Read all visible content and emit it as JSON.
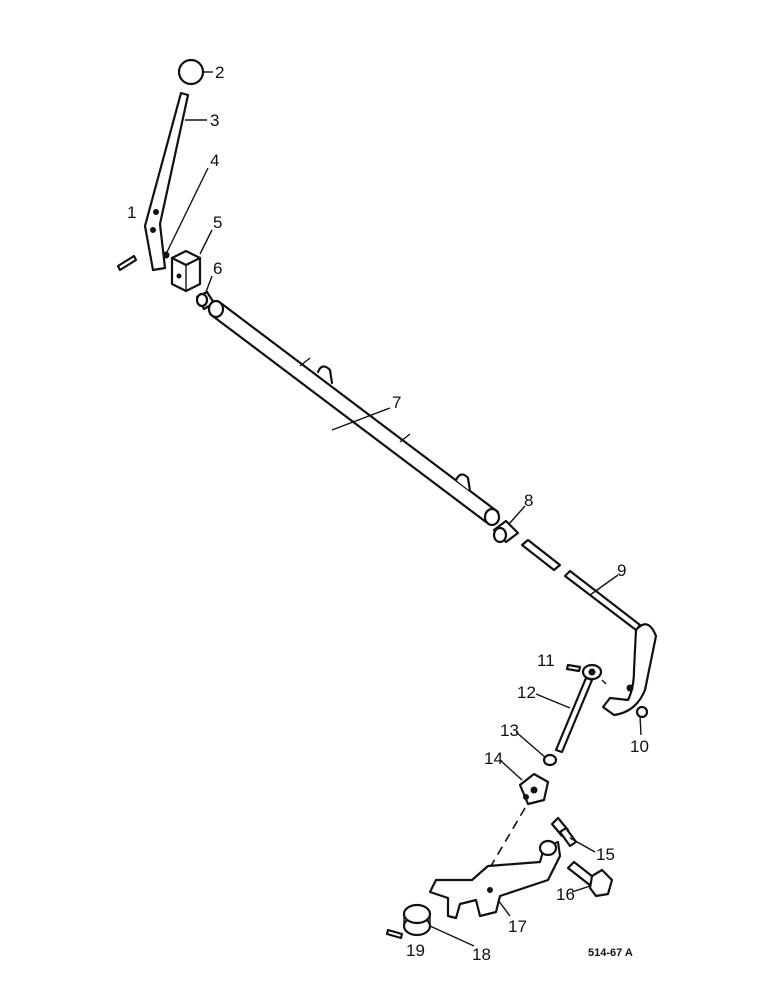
{
  "callouts": [
    "1",
    "2",
    "3",
    "4",
    "5",
    "6",
    "7",
    "8",
    "9",
    "10",
    "11",
    "12",
    "13",
    "14",
    "15",
    "16",
    "17",
    "18",
    "19"
  ],
  "reference": "514-67 A"
}
